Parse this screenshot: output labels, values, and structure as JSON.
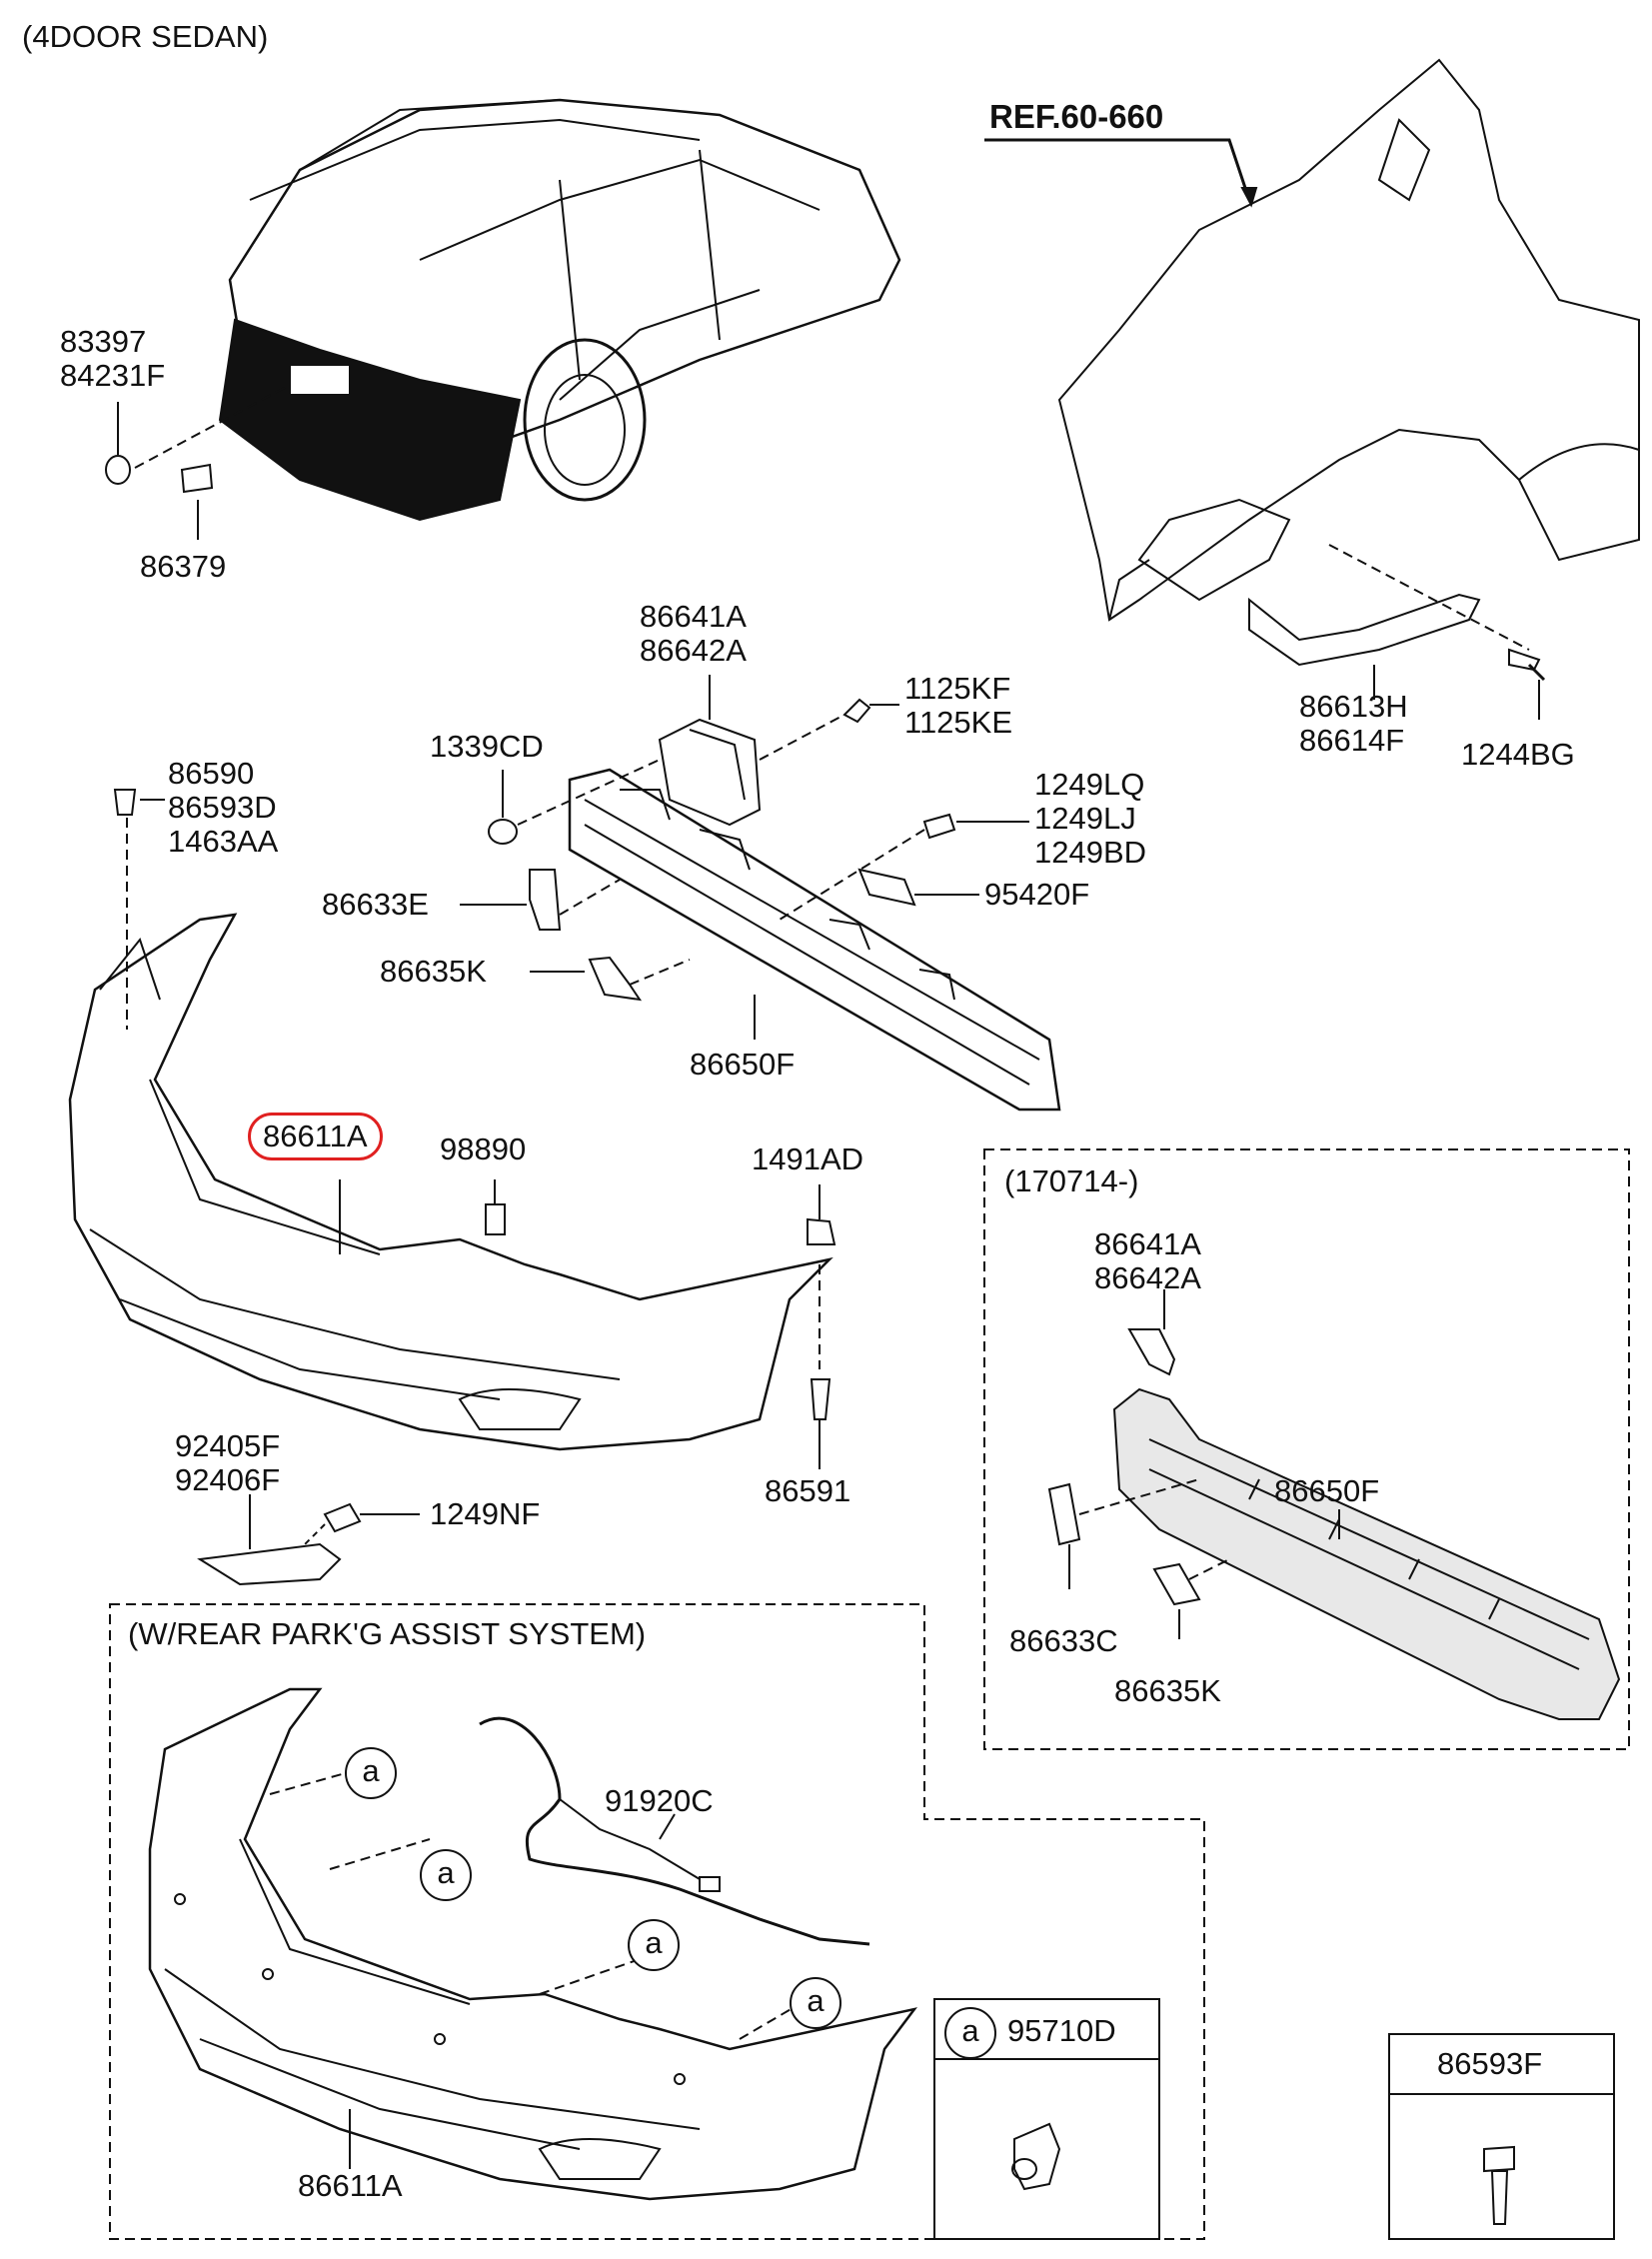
{
  "header": {
    "variant": "(4DOOR SEDAN)",
    "reference": "REF.60-660"
  },
  "labels": {
    "top_left_upper": [
      "83397",
      "84231F"
    ],
    "top_left_lower": "86379",
    "reinforcement_cover": [
      "86641A",
      "86642A"
    ],
    "screw_top": [
      "1125KF",
      "1125KE"
    ],
    "nut": "1339CD",
    "retainer": [
      "86590",
      "86593D",
      "1463AA"
    ],
    "bolt_set": [
      "1249LQ",
      "1249LJ",
      "1249BD"
    ],
    "bracket_upper": "86633E",
    "sensor_bracket": "95420F",
    "bracket_lower": "86635K",
    "rail": "86650F",
    "bumper_cover": "86611A",
    "clip": "98890",
    "fastener": "1491AD",
    "screw_bottom": "86591",
    "reflector": [
      "92405F",
      "92406F"
    ],
    "reflector_screw": "1249NF",
    "side_bracket": [
      "86613H",
      "86614F"
    ],
    "side_bolt": "1244BG"
  },
  "inset_170714": {
    "title": "(170714-)",
    "cover": [
      "86641A",
      "86642A"
    ],
    "rail": "86650F",
    "bracket_c": "86633C",
    "bracket_k": "86635K"
  },
  "park_assist": {
    "title": "(W/REAR PARK'G ASSIST SYSTEM)",
    "harness": "91920C",
    "bumper": "86611A",
    "callout": "a",
    "sensor_box_part": "95710D"
  },
  "bolt_box": {
    "part": "86593F"
  },
  "colors": {
    "highlight": "#e02020",
    "line": "#111111",
    "fill_dark": "#111111"
  }
}
